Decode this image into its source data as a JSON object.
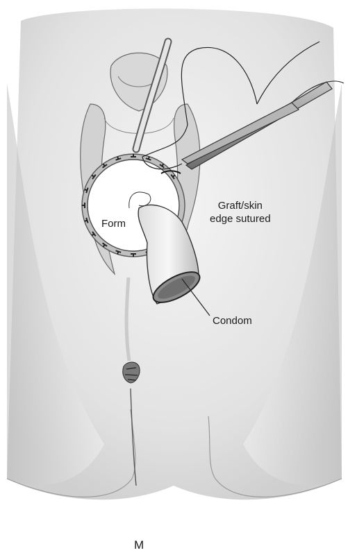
{
  "labels": {
    "form": "Form",
    "graft_line1": "Graft/skin",
    "graft_line2": "edge sutured",
    "condom": "Condom",
    "panel": "M"
  },
  "colors": {
    "background": "#ffffff",
    "shading": "#c9c9c9",
    "outline": "#3a3a3a",
    "instrument": "#8a8a8a"
  },
  "icons": {
    "suture_marks": "tick-stitch-icon",
    "needle_holder": "forceps-icon"
  }
}
